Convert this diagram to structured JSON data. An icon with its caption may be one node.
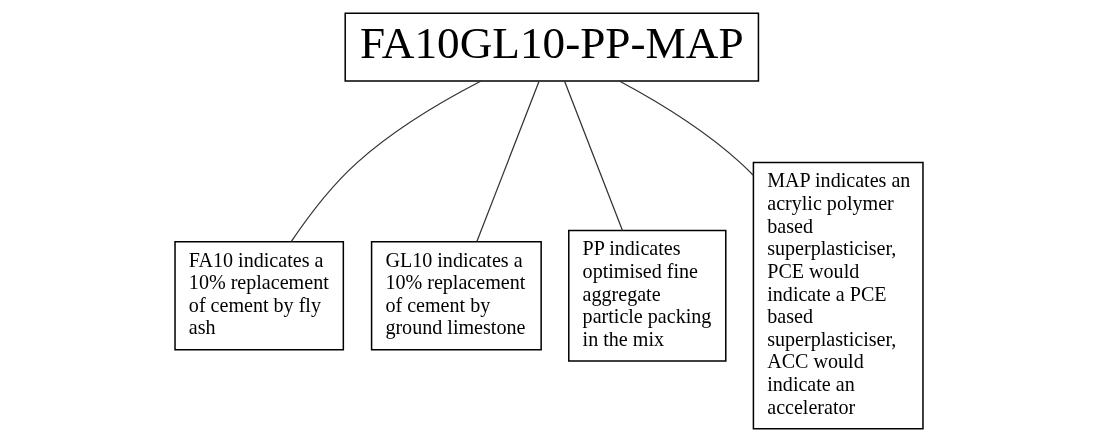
{
  "diagram": {
    "nodes": [
      {
        "text": [
          "FA10GL10-PP-MAP"
        ]
      },
      {
        "text": [
          "FA10 indicates a 10% replacement of cement by fly ash"
        ]
      },
      {
        "text": [
          "GL10 indicates a 10% replacement of cement by ground limestone"
        ]
      },
      {
        "text": [
          "PP indicates optimised fine aggregate particle packing in the mix"
        ]
      },
      {
        "text": [
          "MAP indicates an acrylic polymer based superplasticiser, PCE would indicate a PCE based superplasticiser, ACC would indicate an accelerator"
        ]
      }
    ],
    "edges": [
      {
        "from": 0,
        "to": 1,
        "arrow": "none"
      },
      {
        "from": 0,
        "to": 2,
        "arrow": "none"
      },
      {
        "from": 0,
        "to": 3,
        "arrow": "none"
      },
      {
        "from": 0,
        "to": 4,
        "arrow": "none"
      }
    ]
  }
}
